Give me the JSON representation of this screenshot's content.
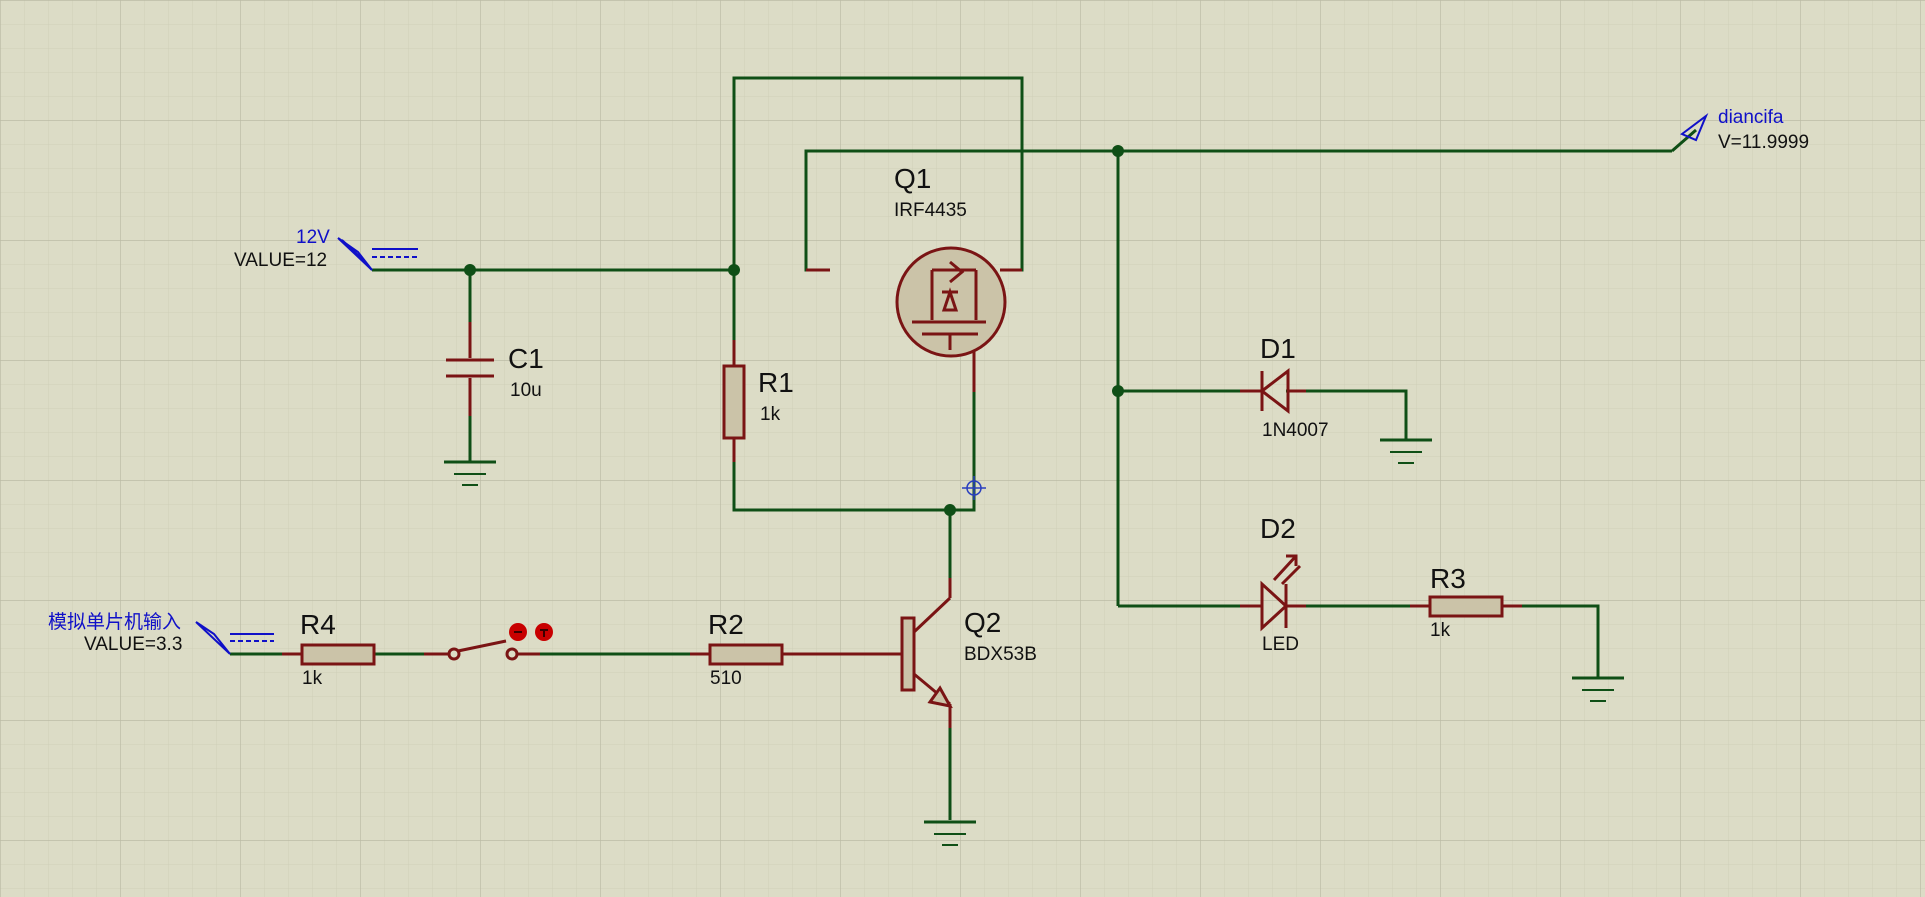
{
  "colors": {
    "background": "#dcdcc6",
    "grid": "#c4c4b0",
    "wire": "#0f4f16",
    "component": "#7a1414",
    "component_fill": "#cbc3a8",
    "terminal_text": "#1010c8",
    "probe_dot": "#c80000"
  },
  "terminals": {
    "vcc": {
      "name": "12V",
      "value": "VALUE=12"
    },
    "mcu": {
      "name": "模拟单片机输入",
      "value": "VALUE=3.3"
    },
    "probe": {
      "name": "diancifa",
      "value": "V=11.9999"
    }
  },
  "components": {
    "q1": {
      "ref": "Q1",
      "value": "IRF4435"
    },
    "q2": {
      "ref": "Q2",
      "value": "BDX53B"
    },
    "c1": {
      "ref": "C1",
      "value": "10u"
    },
    "r1": {
      "ref": "R1",
      "value": "1k"
    },
    "r2": {
      "ref": "R2",
      "value": "510"
    },
    "r3": {
      "ref": "R3",
      "value": "1k"
    },
    "r4": {
      "ref": "R4",
      "value": "1k"
    },
    "d1": {
      "ref": "D1",
      "value": "1N4007"
    },
    "d2": {
      "ref": "D2",
      "value": "LED"
    }
  },
  "icons": [
    "switch-icon",
    "ground-icon",
    "probe-icon",
    "junction-dot-icon",
    "cursor-crosshair-icon"
  ]
}
